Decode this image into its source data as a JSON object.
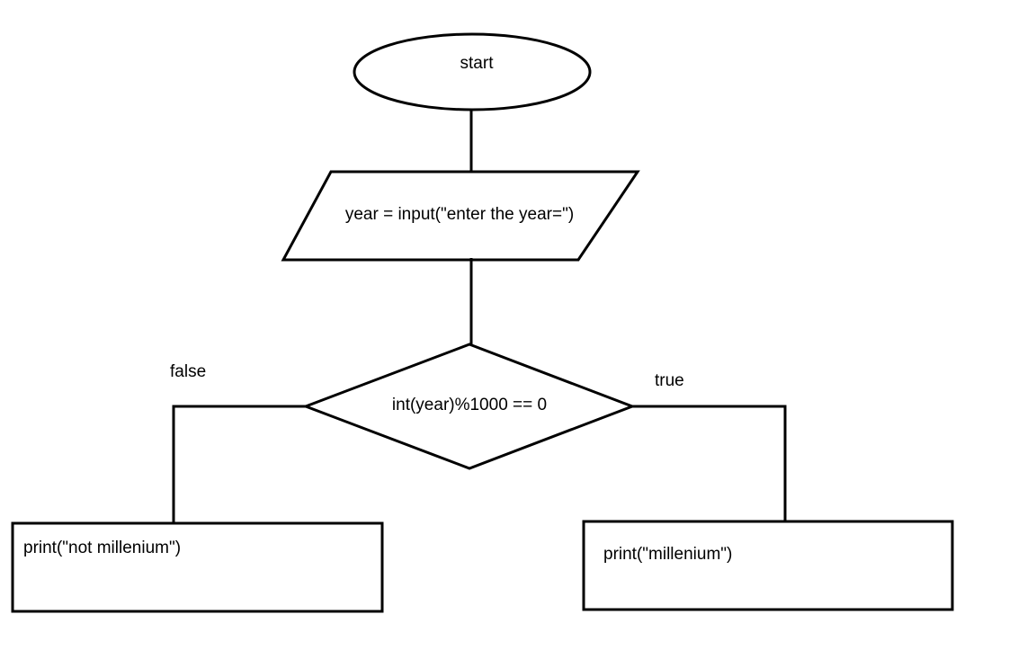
{
  "nodes": {
    "start": {
      "label": "start"
    },
    "input": {
      "label": "year = input(\"enter the year=\")"
    },
    "decision": {
      "label": "int(year)%1000 == 0"
    },
    "false_output": {
      "label": "print(\"not millenium\")"
    },
    "true_output": {
      "label": "print(\"millenium\")"
    }
  },
  "edges": {
    "false_label": "false",
    "true_label": "true"
  },
  "colors": {
    "stroke": "#000000",
    "background": "#ffffff"
  }
}
